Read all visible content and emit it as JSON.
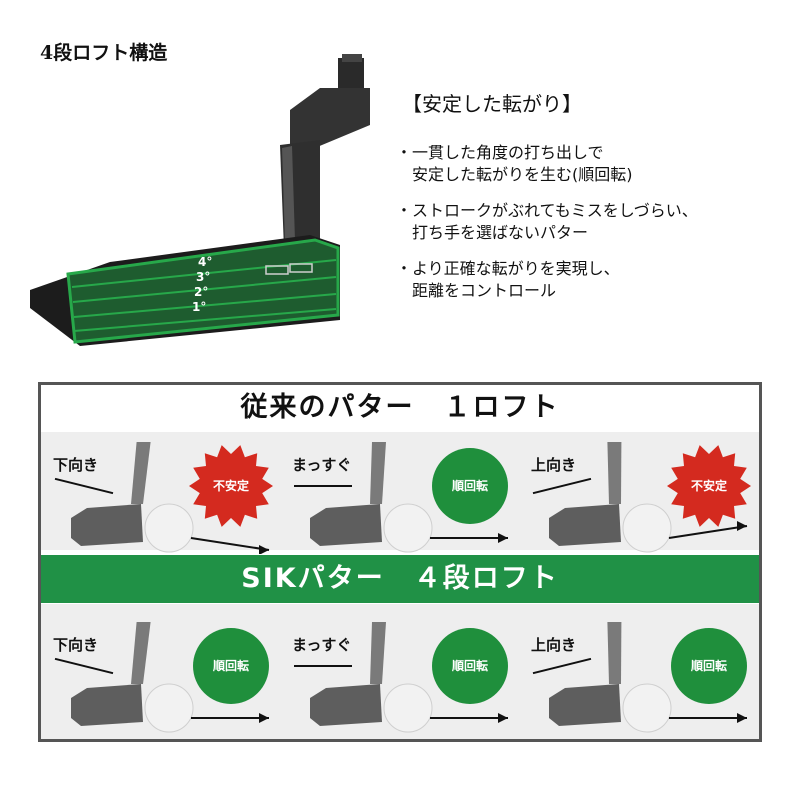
{
  "header": {
    "title": "4段ロフト構造",
    "loft_markings": [
      "4°",
      "3°",
      "2°",
      "1°"
    ]
  },
  "features": {
    "heading": "【安定した転がり】",
    "items": [
      {
        "bullet": "・",
        "line1": "一貫した角度の打ち出しで",
        "line2": "安定した転がりを生む(順回転)"
      },
      {
        "bullet": "・",
        "line1": "ストロークがぶれてもミスをしづらい、",
        "line2": "打ち手を選ばないパター"
      },
      {
        "bullet": "・",
        "line1": "より正確な転がりを実現し、",
        "line2": "距離をコントロール"
      }
    ]
  },
  "comparison": {
    "conventional": {
      "title": "従来のパター　１ロフト",
      "cells": [
        {
          "label": "下向き",
          "badge": "不安定",
          "badge_type": "burst"
        },
        {
          "label": "まっすぐ",
          "badge": "順回転",
          "badge_type": "circle"
        },
        {
          "label": "上向き",
          "badge": "不安定",
          "badge_type": "burst"
        }
      ]
    },
    "sik": {
      "title": "SIKパター　４段ロフト",
      "cells": [
        {
          "label": "下向き",
          "badge": "順回転",
          "badge_type": "circle"
        },
        {
          "label": "まっすぐ",
          "badge": "順回転",
          "badge_type": "circle"
        },
        {
          "label": "上向き",
          "badge": "順回転",
          "badge_type": "circle"
        }
      ]
    }
  },
  "colors": {
    "accent_green": "#1f8f3c",
    "banner_green": "#209146",
    "burst_red": "#d42a1f",
    "face_green": "#27a84a"
  }
}
